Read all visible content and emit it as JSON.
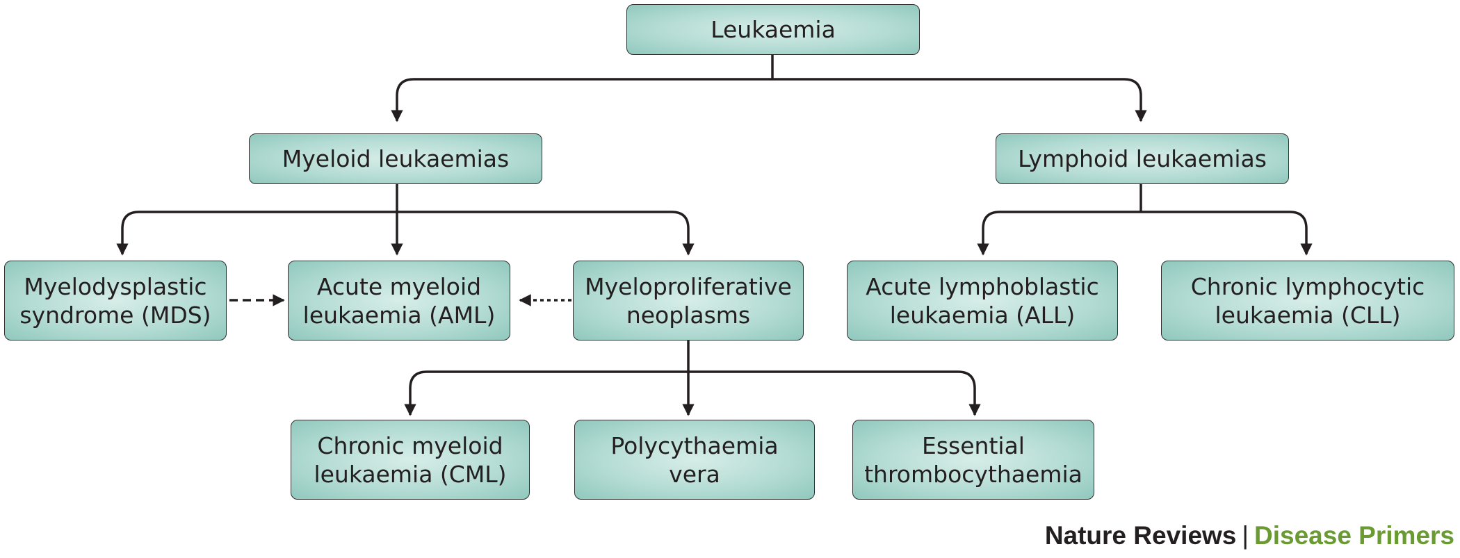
{
  "nodes": {
    "root": "Leukaemia",
    "myeloid": "Myeloid leukaemias",
    "lymphoid": "Lymphoid leukaemias",
    "mds": [
      "Myelodysplastic",
      "syndrome (MDS)"
    ],
    "aml": [
      "Acute myeloid",
      "leukaemia (AML)"
    ],
    "mpn": [
      "Myeloproliferative",
      "neoplasms"
    ],
    "all": [
      "Acute lymphoblastic",
      "leukaemia (ALL)"
    ],
    "cll": [
      "Chronic lymphocytic",
      "leukaemia (CLL)"
    ],
    "cml": [
      "Chronic myeloid",
      "leukaemia (CML)"
    ],
    "pv": [
      "Polycythaemia",
      "vera"
    ],
    "et": [
      "Essential",
      "thrombocythaemia"
    ]
  },
  "footer": {
    "journal": "Nature Reviews",
    "separator": "|",
    "series": "Disease Primers"
  },
  "colors": {
    "box_fill": "#b4dcd4",
    "box_border": "#2e2e2e",
    "line": "#231f20",
    "series_text": "#6a9a32"
  }
}
